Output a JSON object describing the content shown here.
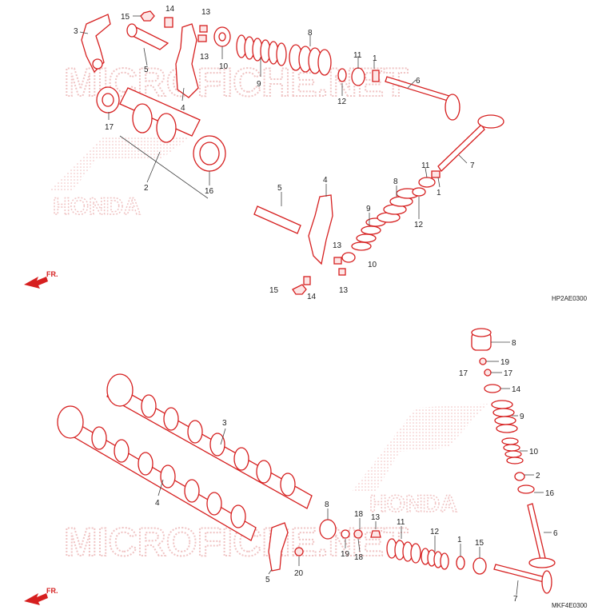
{
  "watermark": {
    "site_text": "MICROFICHE.NET",
    "brand_text": "HONDA"
  },
  "top_diagram": {
    "code": "HP2AE0300",
    "front_marker": "FR.",
    "labels": [
      "1",
      "1",
      "2",
      "3",
      "4",
      "4",
      "5",
      "5",
      "6",
      "7",
      "8",
      "8",
      "9",
      "9",
      "10",
      "10",
      "11",
      "11",
      "12",
      "12",
      "13",
      "13",
      "13",
      "13",
      "14",
      "14",
      "15",
      "15",
      "16",
      "17"
    ]
  },
  "bottom_diagram": {
    "code": "MKF4E0300",
    "front_marker": "FR.",
    "labels": [
      "1",
      "2",
      "3",
      "4",
      "5",
      "6",
      "7",
      "8",
      "8",
      "9",
      "10",
      "11",
      "12",
      "13",
      "14",
      "15",
      "16",
      "17",
      "17",
      "18",
      "18",
      "19",
      "19",
      "20"
    ]
  }
}
